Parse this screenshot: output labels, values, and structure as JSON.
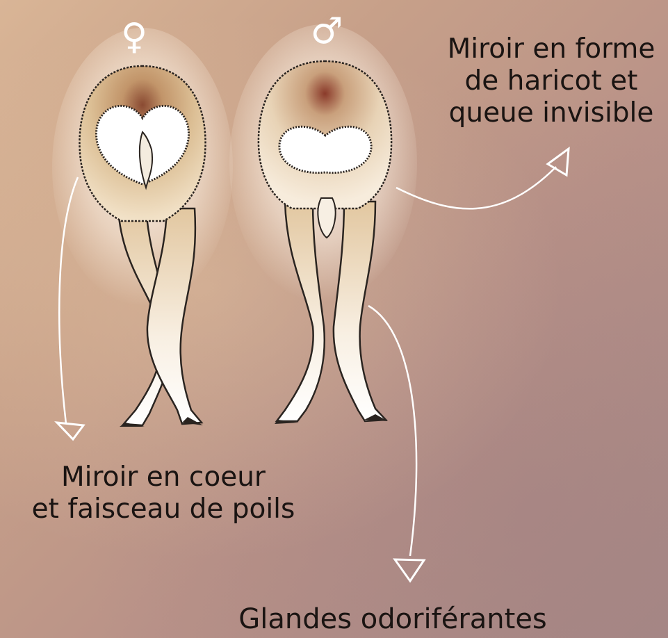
{
  "symbols": {
    "female": "♀",
    "male": "♂"
  },
  "labels": {
    "male_mirror": [
      "Miroir en forme",
      "de haricot et",
      "queue invisible"
    ],
    "female_mirror": [
      "Miroir en coeur",
      "et faisceau de poils"
    ],
    "glands": "Glandes odoriférantes"
  },
  "colors": {
    "background": "#c7a089",
    "fur": "#d4b48a",
    "fur_dark": "#8a4a32",
    "rump_white": "#ffffff",
    "outline": "#2a2420",
    "arrows": "#ffffff",
    "text": "#1a1412"
  }
}
